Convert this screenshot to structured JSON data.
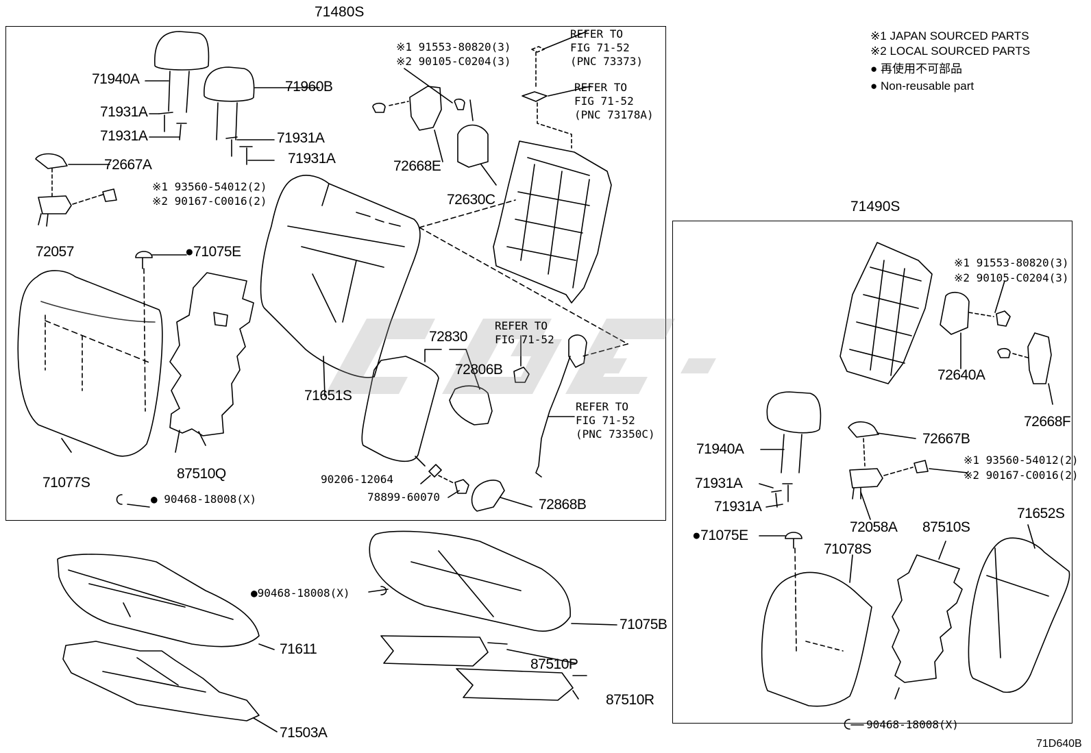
{
  "groups": {
    "left": {
      "label": "71480S"
    },
    "right": {
      "label": "71490S"
    }
  },
  "legend": [
    {
      "mark": "※1",
      "text": "JAPAN SOURCED PARTS"
    },
    {
      "mark": "※2",
      "text": "LOCAL SOURCED PARTS"
    },
    {
      "mark": "●",
      "text": "再使用不可部品"
    },
    {
      "mark": "●",
      "text": "Non-reusable part"
    }
  ],
  "labels": {
    "p71940A_l": "71940A",
    "p71960B": "71960B",
    "p71931A_1": "71931A",
    "p71931A_2": "71931A",
    "p71931A_3": "71931A",
    "p71931A_4": "71931A",
    "p72667A": "72667A",
    "n1_left_a": "※1 93560-54012(2)",
    "n2_left_a": "※2 90167-C0016(2)",
    "p72057": "72057",
    "p71075E_l": "●71075E",
    "p71077S": "71077S",
    "p87510Q": "87510Q",
    "p90468_l": "● 90468-18008(X)",
    "n1_top": "※1 91553-80820(3)",
    "n2_top": "※2 90105-C0204(3)",
    "p72668E": "72668E",
    "p72630C": "72630C",
    "ref1_a": "REFER TO",
    "ref1_b": "FIG 71-52",
    "ref1_c": "(PNC 73373)",
    "ref2_a": "REFER TO",
    "ref2_b": "FIG 71-52",
    "ref2_c": "(PNC 73178A)",
    "p71651S": "71651S",
    "p72830": "72830",
    "p72806B": "72806B",
    "ref3_a": "REFER TO",
    "ref3_b": "FIG 71-52",
    "ref4_a": "REFER TO",
    "ref4_b": "FIG 71-52",
    "ref4_c": "(PNC 73350C)",
    "p90206": "90206-12064",
    "p78899": "78899-60070",
    "p72868B": "72868B",
    "p90468_mid": "●90468-18008(X)",
    "p71611": "71611",
    "p71075B": "71075B",
    "p87510P": "87510P",
    "p71503A": "71503A",
    "p87510R": "87510R",
    "n1_right_a": "※1 91553-80820(3)",
    "n2_right_a": "※2 90105-C0204(3)",
    "p72640A": "72640A",
    "p72668F": "72668F",
    "p71940A_r": "71940A",
    "p72667B": "72667B",
    "p71931A_r1": "71931A",
    "p71931A_r2": "71931A",
    "n1_right_b": "※1 93560-54012(2)",
    "n2_right_b": "※2 90167-C0016(2)",
    "p72058A": "72058A",
    "p71075E_r": "●71075E",
    "p71078S": "71078S",
    "p87510S": "87510S",
    "p71652S": "71652S",
    "p90468_r": "90468-18008(X)",
    "fig_code": "71D640B"
  },
  "colors": {
    "line": "#000000",
    "watermark": "#9a9a9a"
  }
}
